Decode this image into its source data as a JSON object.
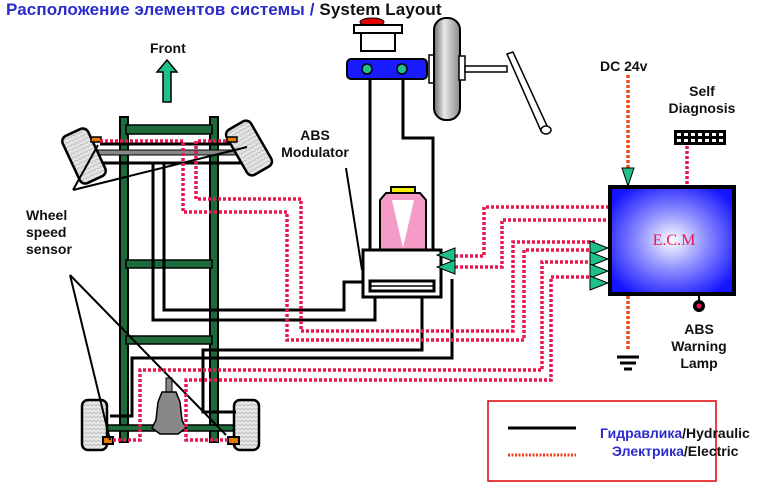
{
  "title": {
    "ru": "Расположение элементов системы / ",
    "en": "System Layout"
  },
  "labels": {
    "front": "Front",
    "abs_modulator_line1": "ABS",
    "abs_modulator_line2": "Modulator",
    "wheel_speed_sensor_line1": "Wheel",
    "wheel_speed_sensor_line2": "speed",
    "wheel_speed_sensor_line3": "sensor",
    "dc_supply": "DC 24v",
    "self_diagnosis_line1": "Self",
    "self_diagnosis_line2": "Diagnosis",
    "ecm": "E.C.M",
    "abs_warning_lamp_line1": "ABS",
    "abs_warning_lamp_line2": "Warning",
    "abs_warning_lamp_line3": "Lamp"
  },
  "legend": {
    "hydraulic_ru": "Гидравлика",
    "hydraulic_en": "/Hydraulic",
    "electric_ru": "Электрика",
    "electric_en": "/Electric"
  },
  "colors": {
    "hydraulic_line": "#000000",
    "electric_line": "#e8174f",
    "chassis": "#1d6b3a",
    "ecm_fill": "#1a1aff",
    "accent_arrow": "#20c08a",
    "legend_border": "#e00000",
    "title_ru": "#2b2bc8"
  }
}
